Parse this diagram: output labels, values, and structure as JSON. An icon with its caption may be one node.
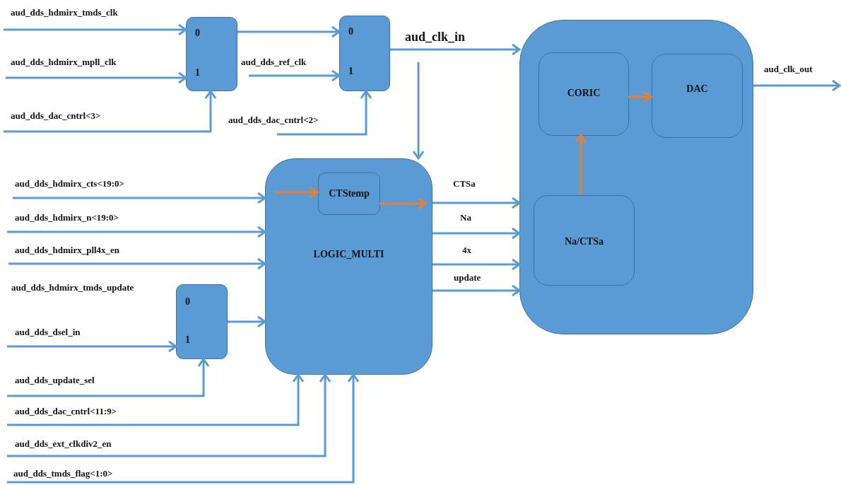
{
  "diagram": {
    "nodes": [
      {
        "text": [
          "0",
          "1"
        ]
      },
      {
        "text": [
          "0",
          "1"
        ]
      },
      {
        "text": [
          "LOGIC_MULTI"
        ]
      },
      {
        "text": [
          "CTStemp"
        ],
        "in": 2
      },
      {
        "text": [
          "0",
          "1"
        ]
      },
      {
        "text": [],
        "shape": "box"
      },
      {
        "text": [
          "CORIC"
        ],
        "in": 5
      },
      {
        "text": [
          "DAC"
        ],
        "in": 5
      },
      {
        "text": [
          "Na/CTSa"
        ],
        "in": 5
      }
    ],
    "edges": [
      {
        "from": null,
        "to": 0,
        "arrow": "to",
        "label": "aud_dds_hdmirx_tmds_clk"
      },
      {
        "from": null,
        "to": 0,
        "arrow": "to",
        "label": "aud_dds_hdmirx_mpll_clk"
      },
      {
        "from": null,
        "to": 0,
        "arrow": "to",
        "label": "aud_dds_dac_cntrl<3>"
      },
      {
        "from": 0,
        "to": 1,
        "arrow": "to"
      },
      {
        "from": null,
        "to": 1,
        "arrow": "to",
        "label": "aud_dds_ref_clk"
      },
      {
        "from": null,
        "to": 1,
        "arrow": "to",
        "label": "aud_dds_dac_cntrl<2>"
      },
      {
        "from": 1,
        "to": 5,
        "arrow": "to",
        "label": "aud_clk_in"
      },
      {
        "from": null,
        "to": 2,
        "arrow": "to"
      },
      {
        "from": null,
        "to": 2,
        "arrow": "to",
        "label": "aud_dds_hdmirx_cts<19:0>"
      },
      {
        "from": null,
        "to": 2,
        "arrow": "to",
        "label": "aud_dds_hdmirx_n<19:0>"
      },
      {
        "from": null,
        "to": 2,
        "arrow": "to",
        "label": "aud_dds_hdmirx_pll4x_en"
      },
      {
        "from": null,
        "to": 4,
        "arrow": "to",
        "label": "aud_dds_dsel_in"
      },
      {
        "from": null,
        "to": 4,
        "arrow": "to",
        "label": "aud_dds_update_sel"
      },
      {
        "from": 4,
        "to": 2,
        "arrow": "to"
      },
      {
        "from": null,
        "to": 2,
        "arrow": "to",
        "label": "aud_dds_dac_cntrl<11:9>"
      },
      {
        "from": null,
        "to": 2,
        "arrow": "to",
        "label": "aud_dds_ext_clkdiv2_en"
      },
      {
        "from": null,
        "to": 2,
        "arrow": "to",
        "label": "aud_dds_tmds_flag<1:0>"
      },
      {
        "from": null,
        "to": 3,
        "arrow": "to",
        "color": "#ed7d31"
      },
      {
        "from": 3,
        "to": null,
        "arrow": "to",
        "color": "#ed7d31"
      },
      {
        "from": 2,
        "to": 5,
        "arrow": "to",
        "label": "CTSa"
      },
      {
        "from": 2,
        "to": 5,
        "arrow": "to",
        "label": "Na"
      },
      {
        "from": 2,
        "to": 5,
        "arrow": "to",
        "label": "4x"
      },
      {
        "from": 2,
        "to": 5,
        "arrow": "to",
        "label": "update"
      },
      {
        "from": 6,
        "to": 7,
        "arrow": "to",
        "color": "#ed7d31"
      },
      {
        "from": 8,
        "to": 6,
        "arrow": "to",
        "color": "#ed7d31"
      },
      {
        "from": 5,
        "to": null,
        "arrow": "to",
        "label": "aud_clk_out"
      }
    ],
    "labels": [
      "aud_dds_hdmirx_tmds_update"
    ]
  }
}
